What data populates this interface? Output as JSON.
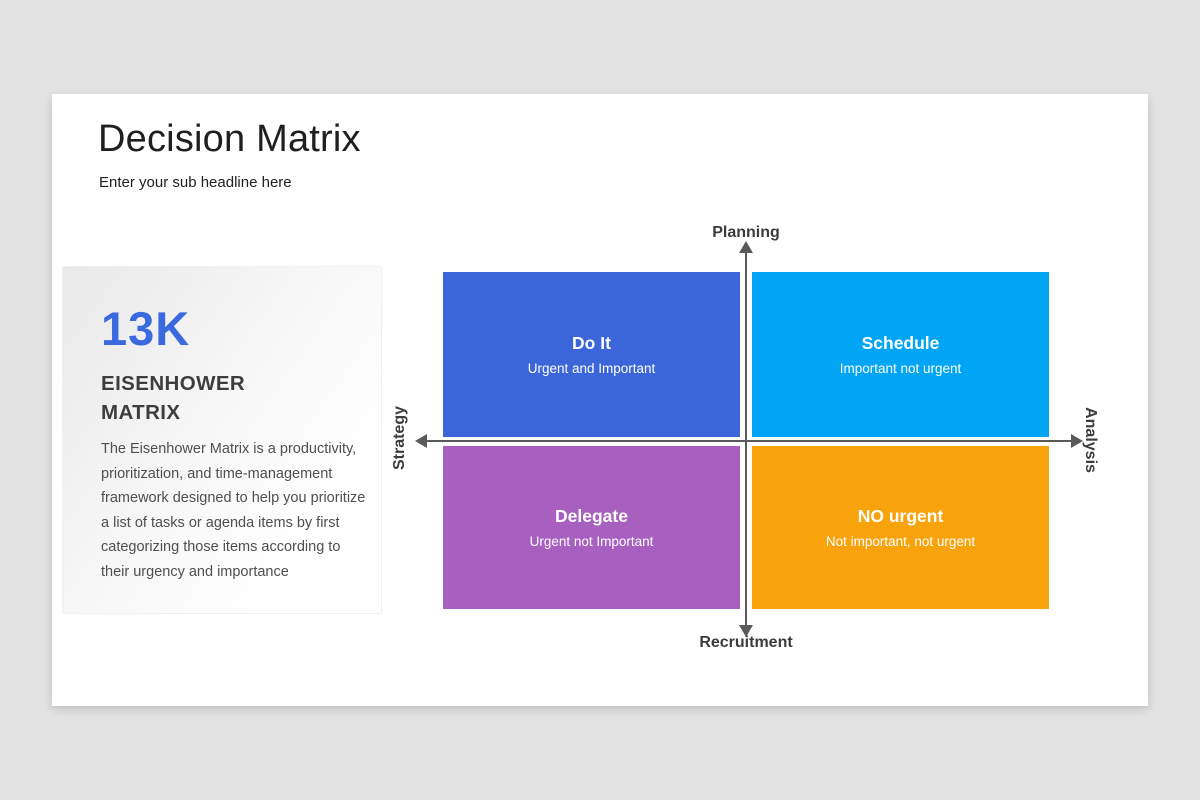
{
  "page": {
    "background_color": "#e3e3e3"
  },
  "slide": {
    "title": "Decision Matrix",
    "subtitle": "Enter your sub headline here"
  },
  "info_panel": {
    "stat": "13K",
    "stat_color": "#3b6ade",
    "heading_lines": [
      "EISENHOWER",
      "MATRIX"
    ],
    "description_lines": [
      "The Eisenhower Matrix is a productivity,",
      "prioritization, and time-management",
      "framework designed to help you prioritize",
      "a list of tasks or agenda items by first",
      "categorizing those items according to",
      "their urgency and importance"
    ]
  },
  "matrix": {
    "axis_color": "#5a5a5a",
    "axis_labels": {
      "top": "Planning",
      "bottom": "Recruitment",
      "left": "Strategy",
      "right": "Analysis"
    },
    "quadrants": [
      {
        "id": "do-it",
        "title": "Do It",
        "subtitle": "Urgent and Important",
        "color": "#3b66d9"
      },
      {
        "id": "schedule",
        "title": "Schedule",
        "subtitle": "Important not urgent",
        "color": "#00a5f6"
      },
      {
        "id": "delegate",
        "title": "Delegate",
        "subtitle": "Urgent not Important",
        "color": "#a75fc0"
      },
      {
        "id": "no-urgent",
        "title": "NO urgent",
        "subtitle": "Not important, not urgent",
        "color": "#f9a30c"
      }
    ]
  }
}
